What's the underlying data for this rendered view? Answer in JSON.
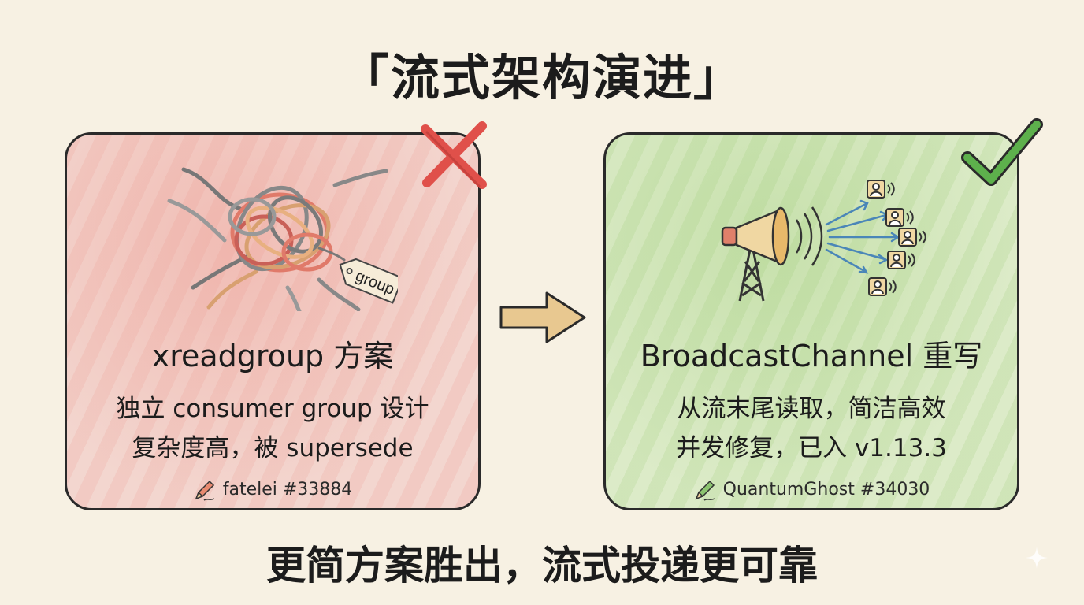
{
  "title": "「流式架构演进」",
  "left_card": {
    "status_icon": "cross-icon",
    "illustration": "tangled-yarn-icon",
    "tag_label": "group",
    "heading": "xreadgroup 方案",
    "line1": "独立 consumer group 设计",
    "line2": "复杂度高，被 supersede",
    "author": "fatelei #33884",
    "accent_color": "#e0504a"
  },
  "right_card": {
    "status_icon": "check-icon",
    "illustration": "megaphone-broadcast-icon",
    "heading": "BroadcastChannel 重写",
    "line1": "从流末尾读取，简洁高效",
    "line2": "并发修复，已入 v1.13.3",
    "author": "QuantumGhost #34030",
    "accent_color": "#3f9a3a"
  },
  "transition_icon": "right-arrow-icon",
  "conclusion": "更简方案胜出，流式投递更可靠"
}
